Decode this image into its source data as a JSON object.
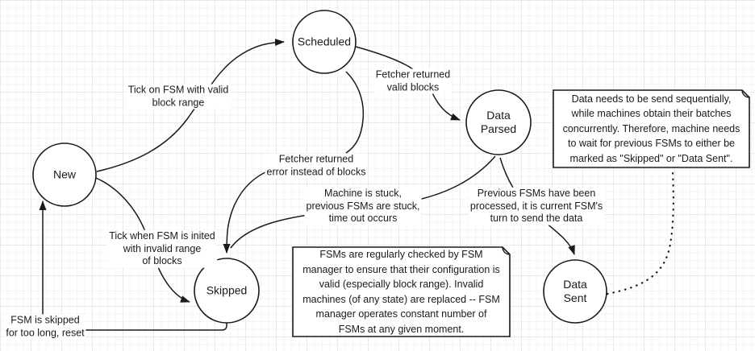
{
  "app": {
    "description": "FSM state diagram on grid canvas"
  },
  "colors": {
    "stroke": "#1a1a1a",
    "background": "#ffffff",
    "grid_minor": "#f4f4f4",
    "grid_major": "#e9e9e9"
  },
  "states": {
    "new": "New",
    "scheduled": "Scheduled",
    "data_parsed": "Data\nParsed",
    "skipped": "Skipped",
    "data_sent": "Data\nSent"
  },
  "edge_labels": {
    "tick_valid": "Tick on FSM with valid\nblock range",
    "fetcher_valid": "Fetcher returned\nvalid blocks",
    "fetcher_error": "Fetcher returned\nerror instead of blocks",
    "machine_stuck": "Machine is stuck,\nprevious FSMs are stuck,\ntime out occurs",
    "previous_processed": "Previous FSMs have been\nprocessed, it is current FSM's\nturn to send the data",
    "tick_invalid": "Tick when FSM is inited\nwith invalid range\nof blocks",
    "skip_reset": "FSM is skipped\nfor too long, reset"
  },
  "notes": {
    "sequential": "Data needs to be send sequentially,\nwhile machines obtain their batches\nconcurrently. Therefore, machine needs\nto wait for previous FSMs to either be\nmarked as \"Skipped\" or \"Data Sent\".",
    "manager": "FSMs are regularly checked by FSM\nmanager to ensure that their configuration is\nvalid (especially block range). Invalid\nmachines (of any state) are replaced -- FSM\nmanager operates constant number of\nFSMs at any given moment."
  }
}
